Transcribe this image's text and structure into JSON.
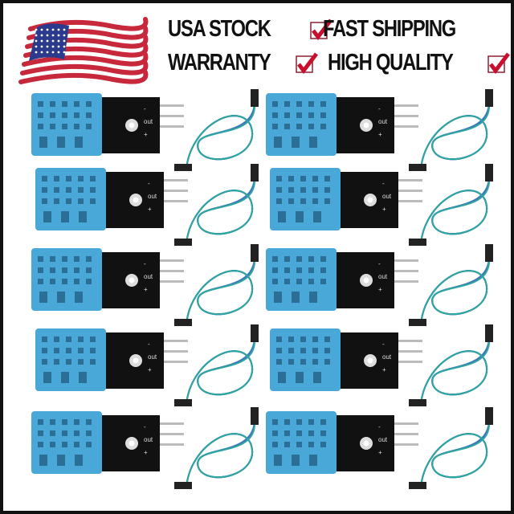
{
  "banner": {
    "badges": [
      {
        "label": "USA STOCK",
        "checked": true
      },
      {
        "label": "FAST SHIPPING",
        "checked": true
      },
      {
        "label": "WARRANTY",
        "checked": true
      },
      {
        "label": "HIGH QUALITY",
        "checked": true
      }
    ],
    "flag_icon": "us-flag-icon",
    "check_icon": "red-checkbox-icon"
  },
  "product": {
    "module_count": 10,
    "pcb_labels": {
      "minus": "-",
      "out": "out",
      "plus": "+"
    }
  },
  "colors": {
    "sensor_blue": "#4aa8d8",
    "pcb_black": "#111111",
    "check_red": "#c8102e",
    "flag_red": "#c8283c",
    "flag_blue": "#2b3a8c"
  }
}
